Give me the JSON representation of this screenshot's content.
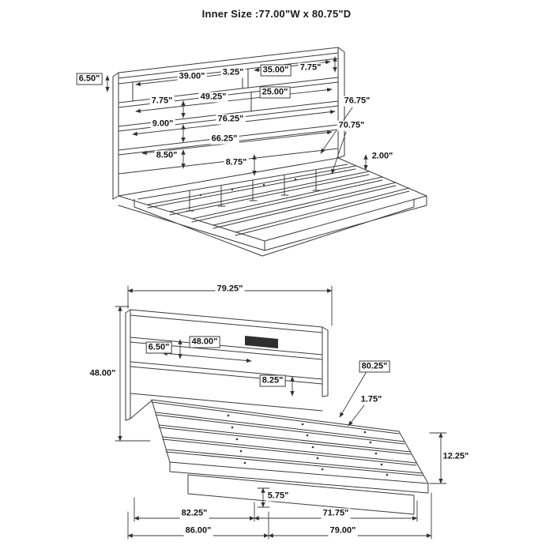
{
  "title": "Inner Size :77.00\"W x 80.75\"D",
  "accent_color": "#3a3a3a",
  "top_diagram": {
    "description": "bed-with-bookcase-headboard-perspective",
    "dims": {
      "shelf_opening_height": "6.50\"",
      "left_shelf_width": "39.00\"",
      "divider_width": "3.25\"",
      "right_shelf_width": "35.00\"",
      "top_section_height": "7.75\"",
      "second_row_height": "7.75\"",
      "second_row_width": "49.25\"",
      "right_compartment_width": "25.00\"",
      "third_row_height": "9.00\"",
      "third_row_width": "76.25\"",
      "fourth_row_width": "66.25\"",
      "rail_height": "8.50\"",
      "leg_height": "8.75\"",
      "outer_rail_length": "76.75\"",
      "inner_rail_length": "70.75\"",
      "rail_gap": "2.00\""
    }
  },
  "bottom_diagram": {
    "description": "platform-bed-side-perspective-with-slats",
    "dims": {
      "headboard_width": "79.25\"",
      "headboard_height": "48.00\"",
      "shelf_opening_height": "6.50\"",
      "shelf_opening_width": "48.00\"",
      "base_section_height": "8.25\"",
      "slat_length": "80.25\"",
      "slat_thickness": "1.75\"",
      "footboard_height": "12.25\"",
      "plinth_height": "5.75\"",
      "inner_length": "82.25\"",
      "rail_length": "71.75\"",
      "overall_depth": "86.00\"",
      "platform_depth": "79.00\""
    }
  }
}
